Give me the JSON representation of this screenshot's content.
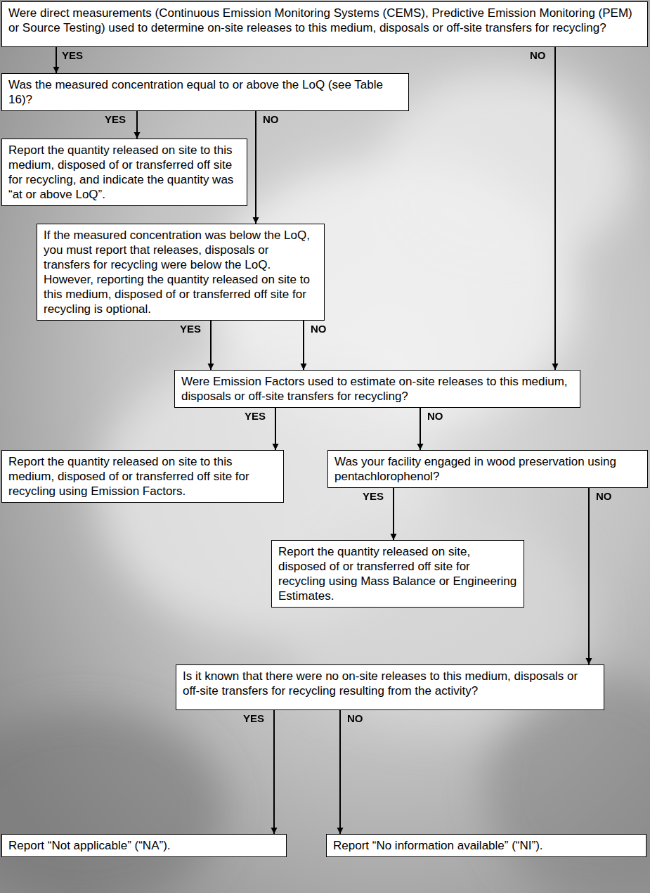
{
  "diagram": {
    "nodes": [
      {
        "text": [
          "Were direct measurements (Continuous Emission Monitoring Systems (CEMS), Predictive Emission Monitoring (PEM) or Source Testing) used to determine on-site releases to this medium, disposals or off-site transfers for recycling?"
        ]
      },
      {
        "text": [
          "Was the measured concentration equal to or above the LoQ (see Table 16)?"
        ]
      },
      {
        "text": [
          "Report the quantity released on site to this medium, disposed of or transferred off site for recycling, and indicate the quantity was “at or above LoQ”."
        ]
      },
      {
        "text": [
          "If the measured concentration was below the LoQ, you must report that releases, disposals or transfers for recycling were below the LoQ. However, reporting the quantity released on site to this medium, disposed of or transferred off site for recycling is optional."
        ]
      },
      {
        "text": [
          "Were Emission Factors used to estimate on-site releases to this medium, disposals or off-site transfers for recycling?"
        ]
      },
      {
        "text": [
          "Report the quantity released on site to this medium, disposed of or transferred off site for recycling using Emission Factors."
        ]
      },
      {
        "text": [
          "Was your facility engaged in wood preservation using pentachlorophenol?"
        ]
      },
      {
        "text": [
          "Report the quantity released on site, disposed of or transferred off site for recycling using Mass Balance or Engineering Estimates."
        ]
      },
      {
        "text": [
          "Is it known that there were no on-site releases to this medium, disposals or off-site transfers for recycling resulting from the activity?"
        ]
      },
      {
        "text": [
          "Report “Not applicable” (“NA”)."
        ]
      },
      {
        "text": [
          "Report “No information available” (“NI”)."
        ]
      }
    ],
    "edges": [
      {
        "from": 0,
        "to": 1,
        "label": "YES",
        "arrow": "to"
      },
      {
        "from": 0,
        "to": 4,
        "label": "NO",
        "arrow": "to"
      },
      {
        "from": 1,
        "to": 2,
        "label": "YES",
        "arrow": "to"
      },
      {
        "from": 1,
        "to": 3,
        "label": "NO",
        "arrow": "to"
      },
      {
        "from": 3,
        "to": 4,
        "label": "YES",
        "arrow": "to"
      },
      {
        "from": 3,
        "to": 4,
        "label": "NO",
        "arrow": "to"
      },
      {
        "from": 4,
        "to": 5,
        "label": "YES",
        "arrow": "to"
      },
      {
        "from": 4,
        "to": 6,
        "label": "NO",
        "arrow": "to"
      },
      {
        "from": 6,
        "to": 7,
        "label": "YES",
        "arrow": "to"
      },
      {
        "from": 6,
        "to": 8,
        "label": "NO",
        "arrow": "to"
      },
      {
        "from": 8,
        "to": 9,
        "label": "YES",
        "arrow": "to"
      },
      {
        "from": 8,
        "to": 10,
        "label": "NO",
        "arrow": "to"
      }
    ]
  }
}
